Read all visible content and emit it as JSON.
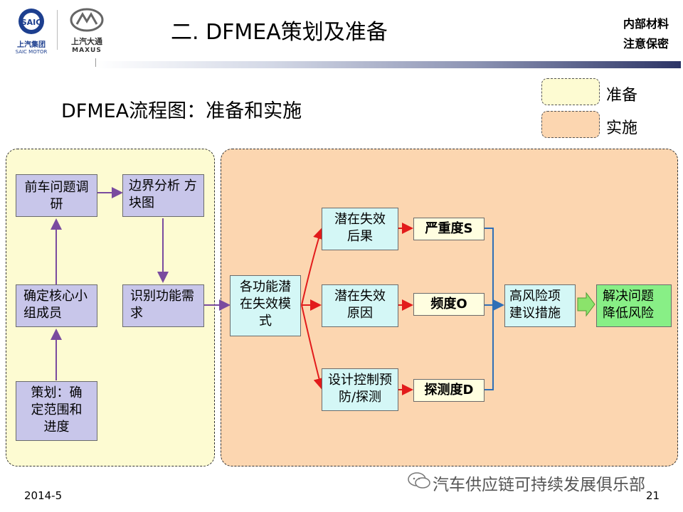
{
  "header": {
    "logo1_name": "SAIC",
    "logo1_cn": "上汽集团",
    "logo1_en": "SAIC MOTOR",
    "logo2_cn": "上汽大通",
    "logo2_en": "MAXUS",
    "title": "二. DFMEA策划及准备",
    "conf_line1": "内部材料",
    "conf_line2": "注意保密"
  },
  "subtitle": "DFMEA流程图：准备和实施",
  "legend": {
    "prepare": "准备",
    "implement": "实施"
  },
  "colors": {
    "prepare_bg": "#fdfbd2",
    "implement_bg": "#fcd6b0",
    "arrow_red": "#e21b1b",
    "arrow_blue": "#2f6fb6",
    "arrow_purple": "#7a4b9f"
  },
  "boxes": {
    "research": "前车问题调研",
    "boundary": "边界分析 方块图",
    "team": "确定核心小组成员",
    "identify": "识别功能需求",
    "plan": "策划：确定范围和进度",
    "modes": "各功能潜在失效模式",
    "effect": "潜在失效后果",
    "cause": "潜在失效原因",
    "control": "设计控制预防/探测",
    "severity": "严重度S",
    "occurrence": "频度O",
    "detection": "探测度D",
    "action": "高风险项建议措施",
    "solve": "解决问题降低风险"
  },
  "footer": {
    "date": "2014-5",
    "page": "21",
    "watermark": "汽车供应链可持续发展俱乐部"
  }
}
